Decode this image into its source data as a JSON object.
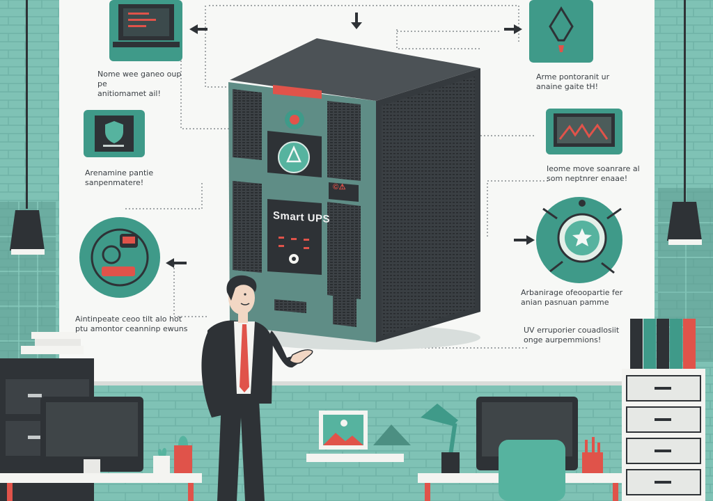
{
  "scene": {
    "description_free": true,
    "colors": {
      "wall": "#7fc2b5",
      "brick_line": "#6fb3a6",
      "board": "#f7f8f6",
      "ups_body": "#5f8d86",
      "ups_dark": "#2e3236",
      "accent_red": "#e0534a",
      "teal": "#3f9a89",
      "desk": "#f4f4f1"
    }
  },
  "device": {
    "label": "Smart UPS",
    "display_code": "©⚠"
  },
  "callouts": {
    "top_left": "Nome wee ganeo oup pe\nanitiomamet ail!",
    "top_right": "Arme pontoranit ur\nanaine gaite tH!",
    "mid_left": "Arenamine pantie\nsanpenmatere!",
    "mid_right": "Ieome move soanrare al\nsom neptnrer enaae!",
    "low_left": "Aintinpeate ceoo tilt alo hot\nptu amontor ceanninp ewuns",
    "low_right": "Arbanirage ofeoopartie fer\nanian pasnuan pamme",
    "bottom_right": "UV erruporier couadlosiit\nonge aurpemmions!"
  },
  "icons": {
    "laptop": "laptop-icon",
    "shield": "shield-icon",
    "lightbulb": "lightbulb-icon",
    "graph_monitor": "pulse-graph-icon",
    "star_badge": "star-badge-icon",
    "battery_gauge": "battery-gauge-icon"
  }
}
